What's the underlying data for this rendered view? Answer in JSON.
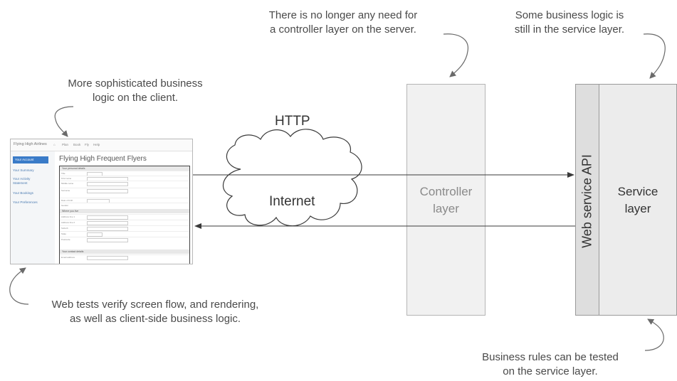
{
  "annotations": {
    "client_logic": [
      "More sophisticated business",
      "logic on the client."
    ],
    "no_controller": [
      "There is no longer any need for",
      "a controller layer on the server."
    ],
    "service_logic": [
      "Some business logic is",
      "still in the service layer."
    ],
    "web_tests": [
      "Web tests verify screen flow, and rendering,",
      "as well as client-side business logic."
    ],
    "business_rules": [
      "Business rules can be tested",
      "on the service layer."
    ]
  },
  "labels": {
    "http": "HTTP",
    "internet": "Internet",
    "controller": [
      "Controller",
      "layer"
    ],
    "web_service_api": "Web service API",
    "service": [
      "Service",
      "layer"
    ]
  },
  "screenshot": {
    "brand": "Flying High Airlines",
    "nav": [
      "Plan",
      "Book",
      "Fly",
      "Help"
    ],
    "sidebar": [
      "Your Account",
      "Your Summary",
      "Your Activity Statement",
      "Your Bookings",
      "Your Preferences"
    ],
    "heading": "Flying High Frequent Flyers",
    "sections": [
      "Your personal details",
      "Where you live",
      "Your contact details"
    ],
    "fields": [
      "Title",
      "First name",
      "Middle name",
      "Surname",
      "Date of birth",
      "Gender",
      "Address line 1",
      "Address line 2",
      "Suburb",
      "State",
      "Postcode",
      "Email address"
    ]
  },
  "colors": {
    "controller_fill": "#f1f1f1",
    "service_fill": "#ececec",
    "api_strip_fill": "#dedede",
    "border": "#b5b5b5",
    "sidebar_active": "#3a7bc8"
  }
}
